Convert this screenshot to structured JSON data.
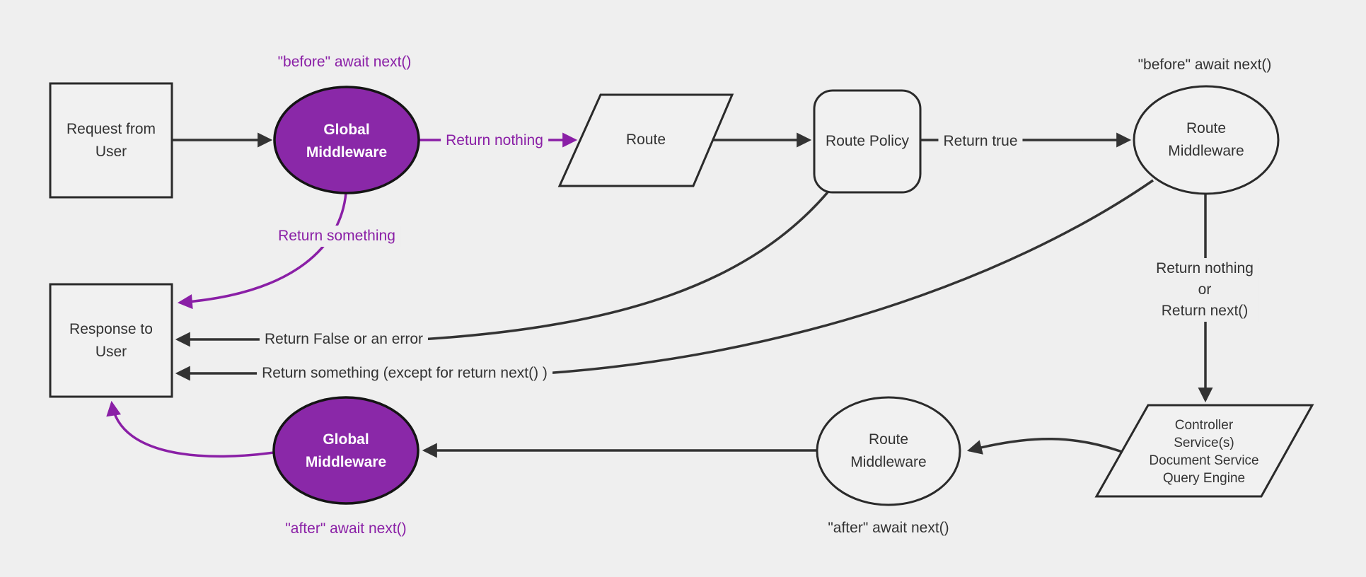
{
  "diagram": {
    "colors": {
      "background": "#efefef",
      "node_fill": "#f1f1f1",
      "node_stroke": "#2a2a2a",
      "line": "#333333",
      "purple_fill": "#8a28a8",
      "purple_line": "#8a1fa6",
      "node_text": "#333333",
      "white_text": "#ffffff"
    },
    "nodes": {
      "request": {
        "label": "Request from\nUser"
      },
      "global_middleware_top": {
        "label": "Global\nMiddleware"
      },
      "route": {
        "label": "Route"
      },
      "route_policy": {
        "label": "Route Policy"
      },
      "route_middleware_top": {
        "label": "Route\nMiddleware"
      },
      "controller_services": {
        "label": "Controller\nService(s)\nDocument Service\nQuery Engine"
      },
      "route_middleware_bottom": {
        "label": "Route\nMiddleware"
      },
      "global_middleware_bottom": {
        "label": "Global\nMiddleware"
      },
      "response": {
        "label": "Response to\nUser"
      }
    },
    "edge_labels": {
      "before_await_top": "\"before\" await next()",
      "return_nothing": "Return nothing",
      "return_true": "Return true",
      "before_await_right": "\"before\" await next()",
      "return_nothing_or_next": "Return nothing\nor\nReturn next()",
      "return_false_or_error": "Return False or an error",
      "return_something_except": "Return something (except for return next() )",
      "return_something": "Return something",
      "after_await_mid": "\"after\" await next()",
      "after_await_left": "\"after\" await next()"
    }
  }
}
